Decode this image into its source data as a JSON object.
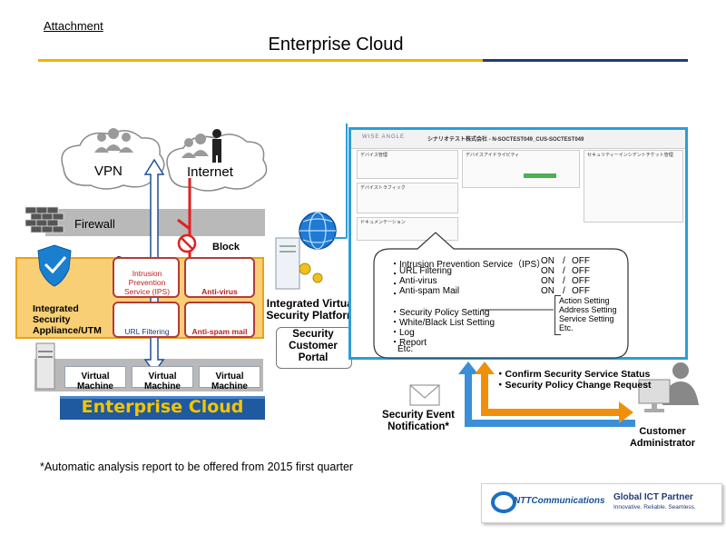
{
  "header": {
    "attachment": "Attachment",
    "title": "Enterprise Cloud"
  },
  "left": {
    "vpn": "VPN",
    "internet": "Internet",
    "firewall": "Firewall",
    "block": "Block",
    "appliance_label": "Integrated\nSecurity\nAppliance/UTM",
    "services": {
      "ips": "Intrusion\nPrevention\nService (IPS)",
      "antivirus": "Anti-virus",
      "url_filtering": "URL Filtering",
      "antispam": "Anti-spam mail"
    },
    "vms": [
      "Virtual\nMachine",
      "Virtual\nMachine",
      "Virtual\nMachine"
    ],
    "enterprise_cloud": "Enterprise Cloud"
  },
  "center": {
    "platform": "Integrated Virtual\nSecurity Platform",
    "portal": "Security\nCustomer\nPortal"
  },
  "portal_screen": {
    "brand": "WISE ANGLE",
    "title": "シナリオテスト株式会社 - N-SOCTEST049_CUS-SOCTEST049",
    "panels": [
      "デバイス管理",
      "デバイスアイドライビティ",
      "セキュリティーインシデントチケット管理",
      "デバイストラフィック",
      "ドキュメンテーション"
    ]
  },
  "callout": {
    "services": [
      {
        "name": "Intrusion Prevention Service（IPS）",
        "on": "ON",
        "sep": "/",
        "off": "OFF"
      },
      {
        "name": "URL Filtering",
        "on": "ON",
        "sep": "/",
        "off": "OFF"
      },
      {
        "name": "Anti-virus",
        "on": "ON",
        "sep": "/",
        "off": "OFF"
      },
      {
        "name": "Anti-spam Mail",
        "on": "ON",
        "sep": "/",
        "off": "OFF"
      }
    ],
    "settings": [
      "Security Policy Setting",
      "White/Black List Setting",
      "Log",
      "Report",
      "Etc."
    ],
    "sub_settings": [
      "Action Setting",
      "Address Setting",
      "Service Setting",
      "Etc."
    ]
  },
  "right": {
    "confirm": "Confirm Security Service Status",
    "change": "Security Policy Change Request",
    "notification": "Security Event\nNotification*",
    "admin": "Customer\nAdministrator"
  },
  "footnote": "*Automatic analysis report to be offered from 2015 first quarter",
  "logo": {
    "company": "NTTCommunications",
    "tagline_main": "Global ICT Partner",
    "tagline_sub": "Innovative. Reliable. Seamless."
  },
  "colors": {
    "accent_yellow": "#f2b000",
    "accent_navy": "#1f3b7a",
    "ec_blue": "#1f5aa0",
    "ec_text": "#f5c400",
    "portal_border": "#2b9ed8",
    "orange": "#f0900a",
    "block_red": "#e02020"
  }
}
